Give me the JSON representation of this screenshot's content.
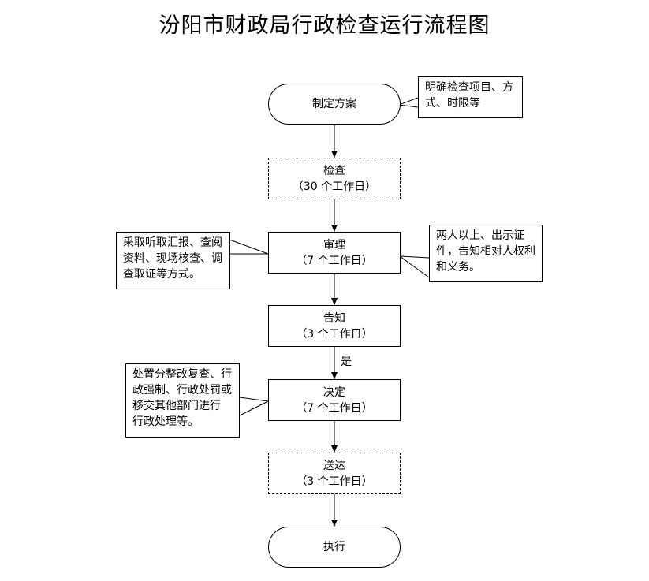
{
  "title": "汾阳市财政局行政检查运行流程图",
  "nodes": {
    "plan": {
      "label": "制定方案"
    },
    "inspect": {
      "label": "检查",
      "duration": "（30 个工作日）"
    },
    "review": {
      "label": "审理",
      "duration": "（7 个工作日）"
    },
    "notify": {
      "label": "告知",
      "duration": "（3 个工作日）"
    },
    "decide": {
      "label": "决定",
      "duration": "（7 个工作日）"
    },
    "deliver": {
      "label": "送达",
      "duration": "（3 个工作日）"
    },
    "execute": {
      "label": "执行"
    }
  },
  "notes": {
    "plan": "明确检查项目、方\n式、时限等",
    "review_left": "采取听取汇报、查阅\n资料、现场核查、调\n查取证等方式。",
    "review_right": "两人以上、出示证\n件，告知相对人权利\n和义务。",
    "decide": "处置分整改复查、行\n政强制、行政处罚或\n移交其他部门进行\n行政处理等。"
  },
  "edge_labels": {
    "notify_to_decide": "是"
  }
}
